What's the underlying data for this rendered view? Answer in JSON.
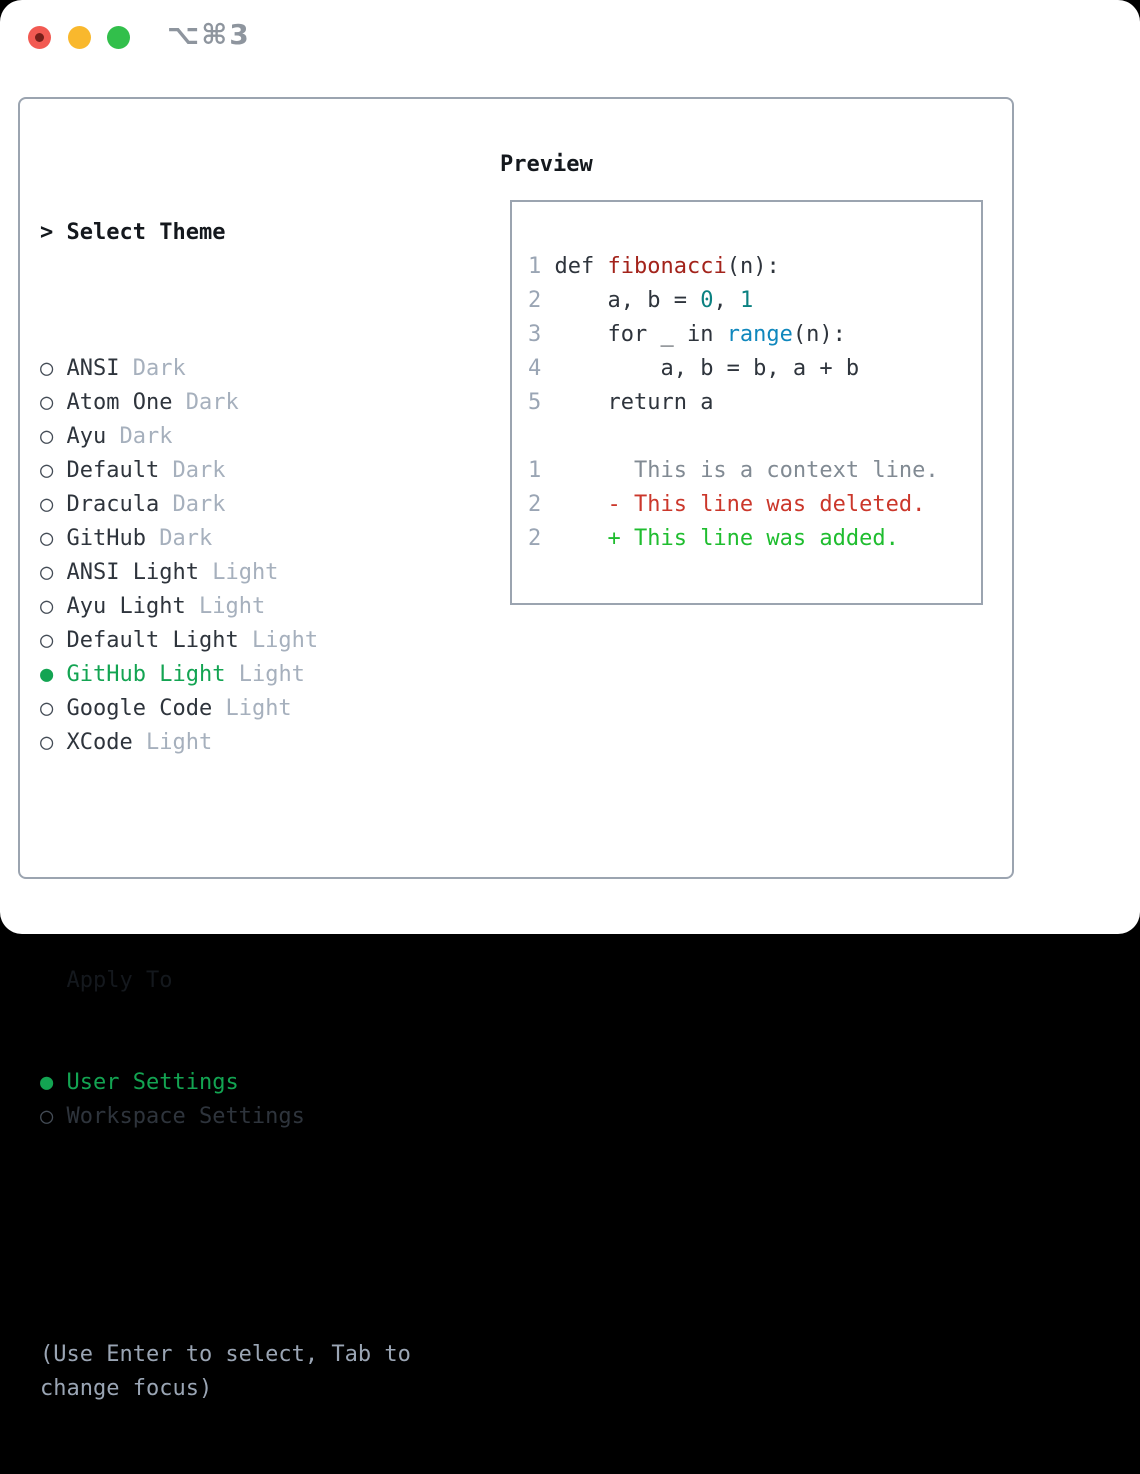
{
  "window": {
    "title_glyph": "⌥⌘3",
    "controls": [
      "close",
      "minimize",
      "maximize"
    ]
  },
  "colors": {
    "frame_border": "#9ba4b0",
    "text_heading": "#14181d",
    "text_primary": "#2e343c",
    "text_muted": "#a6b0bd",
    "text_hint": "#9aa5b4",
    "radio_gray": "#444c56",
    "accent_green": "#13a452",
    "line_number": "#9aa5b4",
    "code_text": "#2e343c",
    "fn_red": "#a3231b",
    "num_teal": "#0b8181",
    "builtin_blue": "#0f87bd",
    "ctx_gray": "#818a93",
    "del_red": "#cb372b",
    "add_green": "#1fbd2f",
    "traffic_red": "#f25a52",
    "traffic_red_dot": "#77201a",
    "traffic_yellow": "#f9b82d",
    "traffic_green": "#32bf4b",
    "title_gray": "#8e959e"
  },
  "theme_list": {
    "heading_marker": ">",
    "heading": "Select Theme",
    "items": [
      {
        "name": "ANSI",
        "variant": "Dark",
        "selected": false
      },
      {
        "name": "Atom One",
        "variant": "Dark",
        "selected": false
      },
      {
        "name": "Ayu",
        "variant": "Dark",
        "selected": false
      },
      {
        "name": "Default",
        "variant": "Dark",
        "selected": false
      },
      {
        "name": "Dracula",
        "variant": "Dark",
        "selected": false
      },
      {
        "name": "GitHub",
        "variant": "Dark",
        "selected": false
      },
      {
        "name": "ANSI Light",
        "variant": "Light",
        "selected": false
      },
      {
        "name": "Ayu Light",
        "variant": "Light",
        "selected": false
      },
      {
        "name": "Default Light",
        "variant": "Light",
        "selected": false
      },
      {
        "name": "GitHub Light",
        "variant": "Light",
        "selected": true
      },
      {
        "name": "Google Code",
        "variant": "Light",
        "selected": false
      },
      {
        "name": "XCode",
        "variant": "Light",
        "selected": false
      }
    ]
  },
  "apply_to": {
    "heading": "Apply To",
    "options": [
      {
        "name": "User Settings",
        "selected": true
      },
      {
        "name": "Workspace Settings",
        "selected": false
      }
    ]
  },
  "hint_lines": [
    "(Use Enter to select, Tab to",
    "change focus)"
  ],
  "preview": {
    "heading": "Preview",
    "code_lines": [
      {
        "segments": [
          {
            "t": "1 ",
            "c": "ln"
          },
          {
            "t": "def ",
            "c": "code-t"
          },
          {
            "t": "fibonacci",
            "c": "fn"
          },
          {
            "t": "(n):",
            "c": "code-t"
          }
        ]
      },
      {
        "segments": [
          {
            "t": "2",
            "c": "ln"
          },
          {
            "t": "     a, b = ",
            "c": "code-t"
          },
          {
            "t": "0",
            "c": "num"
          },
          {
            "t": ", ",
            "c": "code-t"
          },
          {
            "t": "1",
            "c": "num"
          }
        ]
      },
      {
        "segments": [
          {
            "t": "3",
            "c": "ln"
          },
          {
            "t": "     for _ in ",
            "c": "code-t"
          },
          {
            "t": "range",
            "c": "builtin"
          },
          {
            "t": "(n):",
            "c": "code-t"
          }
        ]
      },
      {
        "segments": [
          {
            "t": "4",
            "c": "ln"
          },
          {
            "t": "         a, b = b, a + b",
            "c": "code-t"
          }
        ]
      },
      {
        "segments": [
          {
            "t": "5",
            "c": "ln"
          },
          {
            "t": "     return a",
            "c": "code-t"
          }
        ]
      },
      {
        "segments": []
      },
      {
        "segments": [
          {
            "t": "1",
            "c": "ln"
          },
          {
            "t": "       This is a context line.",
            "c": "ctx"
          }
        ]
      },
      {
        "segments": [
          {
            "t": "2",
            "c": "ln"
          },
          {
            "t": "     - This line was deleted.",
            "c": "del"
          }
        ]
      },
      {
        "segments": [
          {
            "t": "2",
            "c": "ln"
          },
          {
            "t": "     + This line was added.",
            "c": "add"
          }
        ]
      }
    ]
  }
}
